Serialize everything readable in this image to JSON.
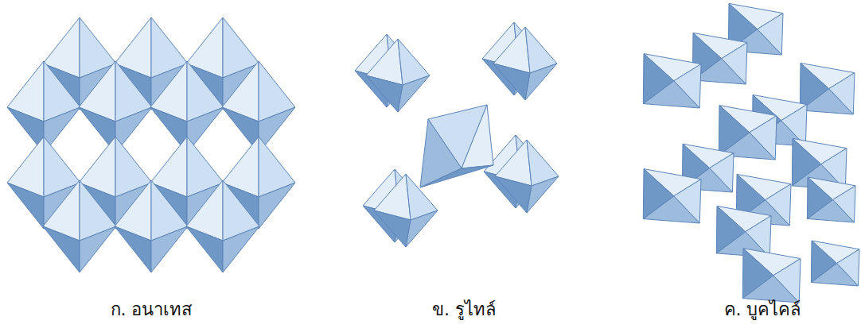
{
  "diagram": {
    "labels": [
      "ก. อนาเทส",
      "ข. รูไทล์",
      "ค. บูคไคล์"
    ]
  }
}
